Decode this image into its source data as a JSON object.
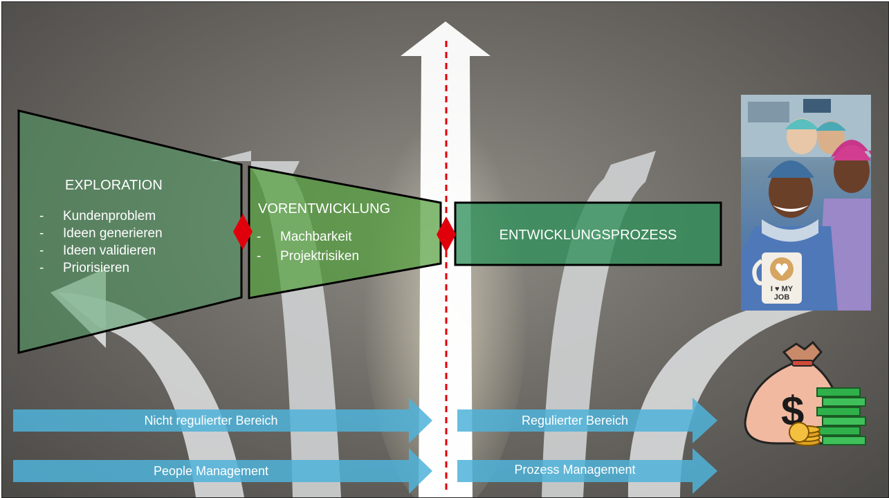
{
  "stages": {
    "exploration": {
      "title": "EXPLORATION",
      "items": [
        "Kundenproblem",
        "Ideen generieren",
        "Ideen validieren",
        "Priorisieren"
      ]
    },
    "vorentwicklung": {
      "title": "VORENTWICKLUNG",
      "items": [
        "Machbarkeit",
        "Projektrisiken"
      ]
    },
    "entwicklung": {
      "title": "ENTWICKLUNGSPROZESS"
    }
  },
  "bullet": "-",
  "bars": {
    "nicht_reguliert": "Nicht regulierter Bereich",
    "reguliert": "Regulierter Bereich",
    "people": "People Management",
    "prozess": "Prozess Management"
  },
  "photo": {
    "badge_line1": "I ♥ MY",
    "badge_line2": "JOB"
  },
  "money": {
    "symbol": "$"
  },
  "colors": {
    "gate_marker": "#e0000b",
    "divider": "#e0000b",
    "bar_fill": "#4fb3d9",
    "stage_green": "#3f9a56"
  }
}
